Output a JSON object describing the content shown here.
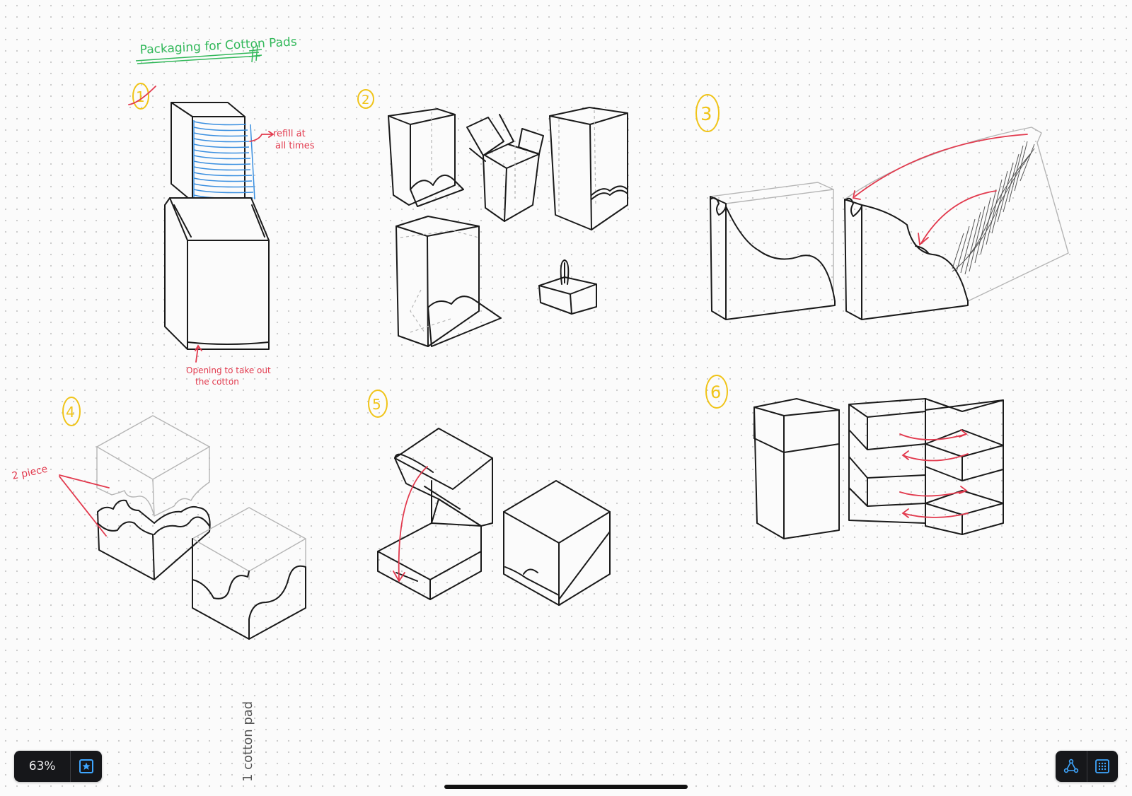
{
  "canvas": {
    "title": "Packaging for Cotton Pads",
    "sections": [
      "1",
      "2",
      "3",
      "4",
      "5",
      "6"
    ],
    "annotations": {
      "refill": [
        "refill at",
        "all times"
      ],
      "opening": [
        "Opening to take out",
        "the cotton"
      ],
      "two_piece": "2 piece",
      "cotton_pad": "1 cotton pad"
    }
  },
  "toolbar": {
    "zoom": "63%",
    "favorite_icon": "star-square-icon",
    "shape_icon": "shape-nodes-icon",
    "grid_icon": "dot-grid-icon"
  },
  "colors": {
    "ink": "#1a1a1a",
    "red_ink": "#e23a4e",
    "blue_ink": "#3a8fe0",
    "yellow_ink": "#f0c419",
    "green_ink": "#32b85a",
    "toolbar_bg": "#16171a",
    "icon_blue": "#3ea6ff"
  }
}
